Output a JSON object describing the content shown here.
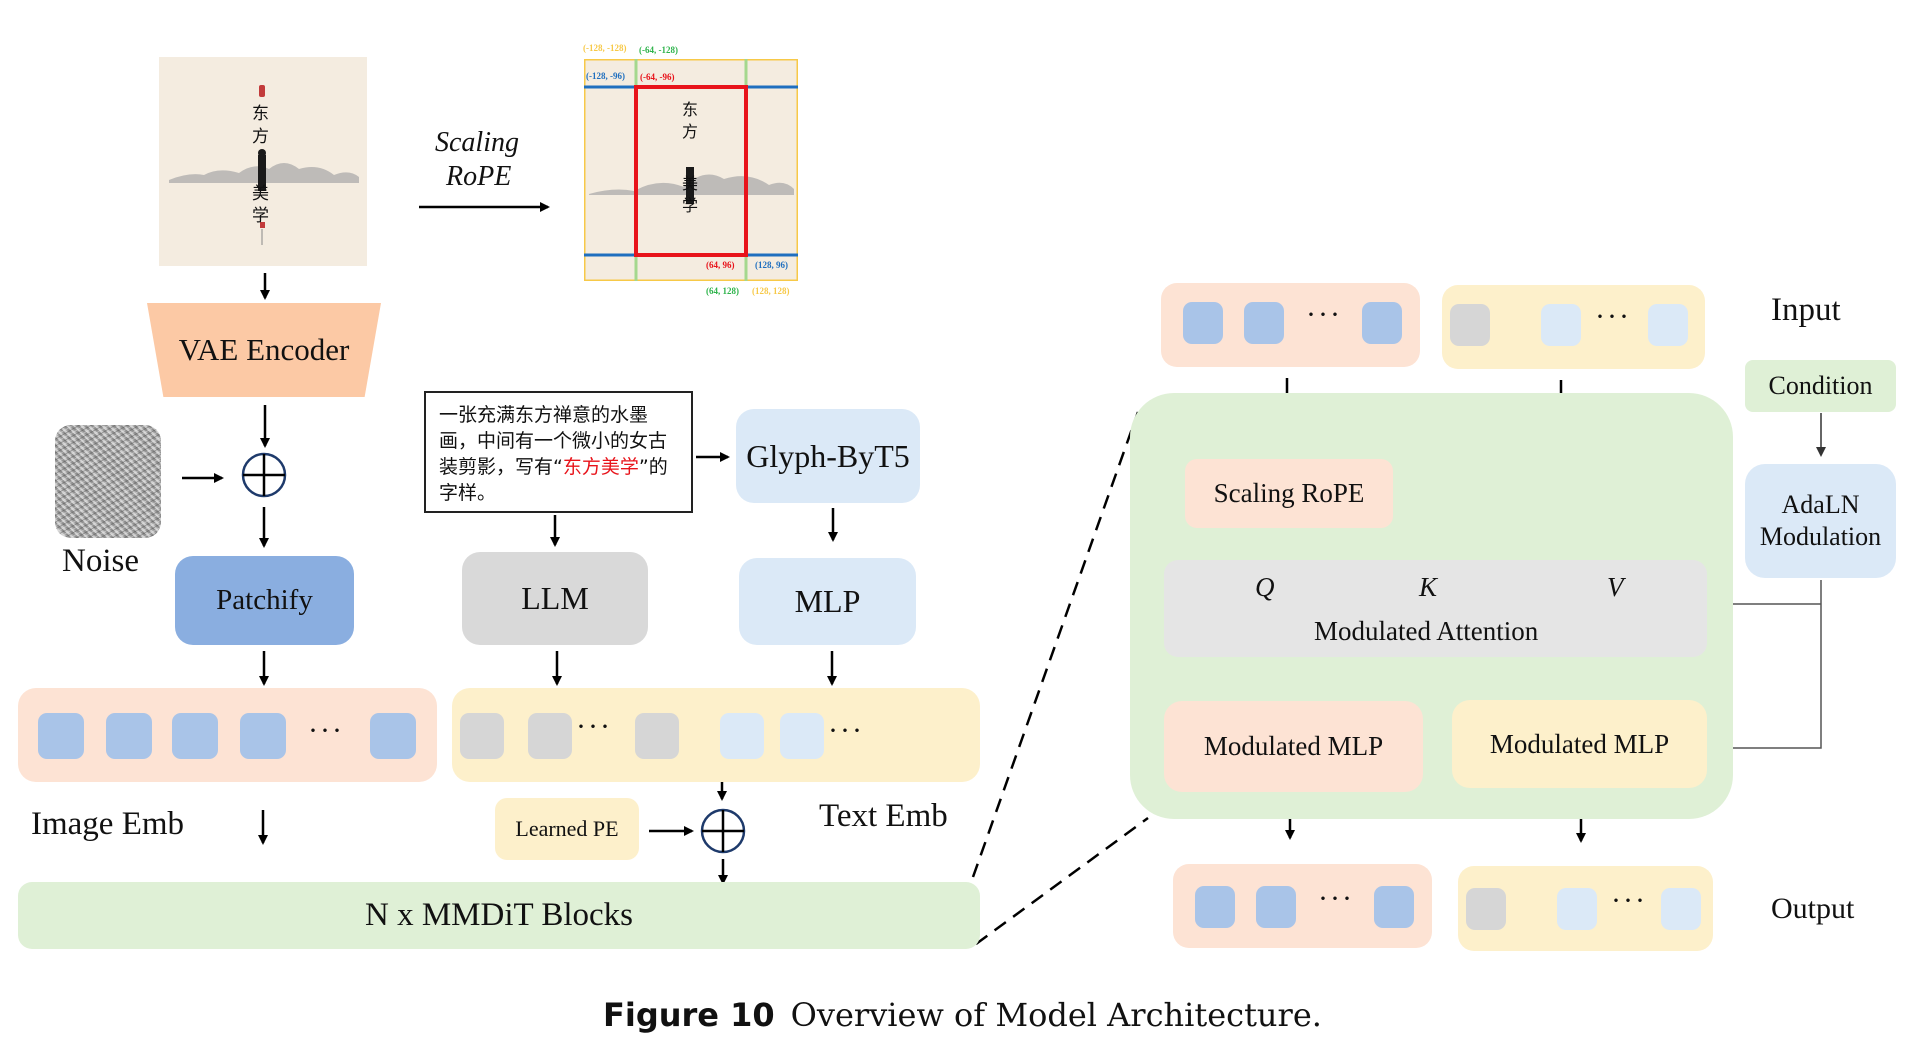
{
  "figure": {
    "caption_label": "Figure 10",
    "caption_text": "Overview of Model Architecture."
  },
  "input_image": {
    "chars": [
      "东",
      "方",
      "美",
      "学"
    ],
    "description": "ink-wash painting with figure silhouette"
  },
  "scaling_rope": {
    "label_line1": "Scaling",
    "label_line2": "RoPE",
    "coords": {
      "yellow_tl": "(-128, -128)",
      "green_tl": "(-64, -128)",
      "blue_tl": "(-128, -96)",
      "red_tl": "(-64, -96)",
      "red_br": "(64, 96)",
      "blue_br": "(128, 96)",
      "green_br": "(64, 128)",
      "yellow_br": "(128, 128)"
    },
    "colors": {
      "yellow": "#f7c948",
      "green": "#2db34a",
      "blue": "#1f6fbf",
      "red": "#e8141b"
    }
  },
  "left": {
    "vae_encoder": "VAE Encoder",
    "noise": "Noise",
    "patchify": "Patchify",
    "image_emb": "Image Emb",
    "prompt_part1": "一张充满东方禅意的水墨画，中间有一个微小的女古装剪影，写有“",
    "prompt_highlight": "东方美学",
    "prompt_part2": "”的字样。",
    "glyph_byt5": "Glyph-ByT5",
    "llm": "LLM",
    "mlp": "MLP",
    "learned_pe": "Learned PE",
    "text_emb": "Text Emb",
    "mmdit_blocks": "N x MMDiT Blocks",
    "ellipsis": "···"
  },
  "right": {
    "input": "Input",
    "output": "Output",
    "condition": "Condition",
    "adaln_line1": "AdaLN",
    "adaln_line2": "Modulation",
    "scaling_rope": "Scaling RoPE",
    "q": "Q",
    "k": "K",
    "v": "V",
    "modulated_attention": "Modulated Attention",
    "modulated_mlp_image": "Modulated MLP",
    "modulated_mlp_text": "Modulated MLP",
    "ellipsis": "···"
  },
  "colors": {
    "salmon": "#fde3d4",
    "cream": "#fdf0cb",
    "green_bg": "#dff0d6",
    "vae_orange": "#fcc9a5",
    "patchify_blue": "#8aaee0",
    "token_blue": "#a9c4e8",
    "token_lightblue": "#dbe9f7",
    "token_gray": "#d6d6d6",
    "llm_gray": "#d9d9d9",
    "attn_gray": "#e5e5e5",
    "glyph_blue": "#dbe9f7"
  }
}
